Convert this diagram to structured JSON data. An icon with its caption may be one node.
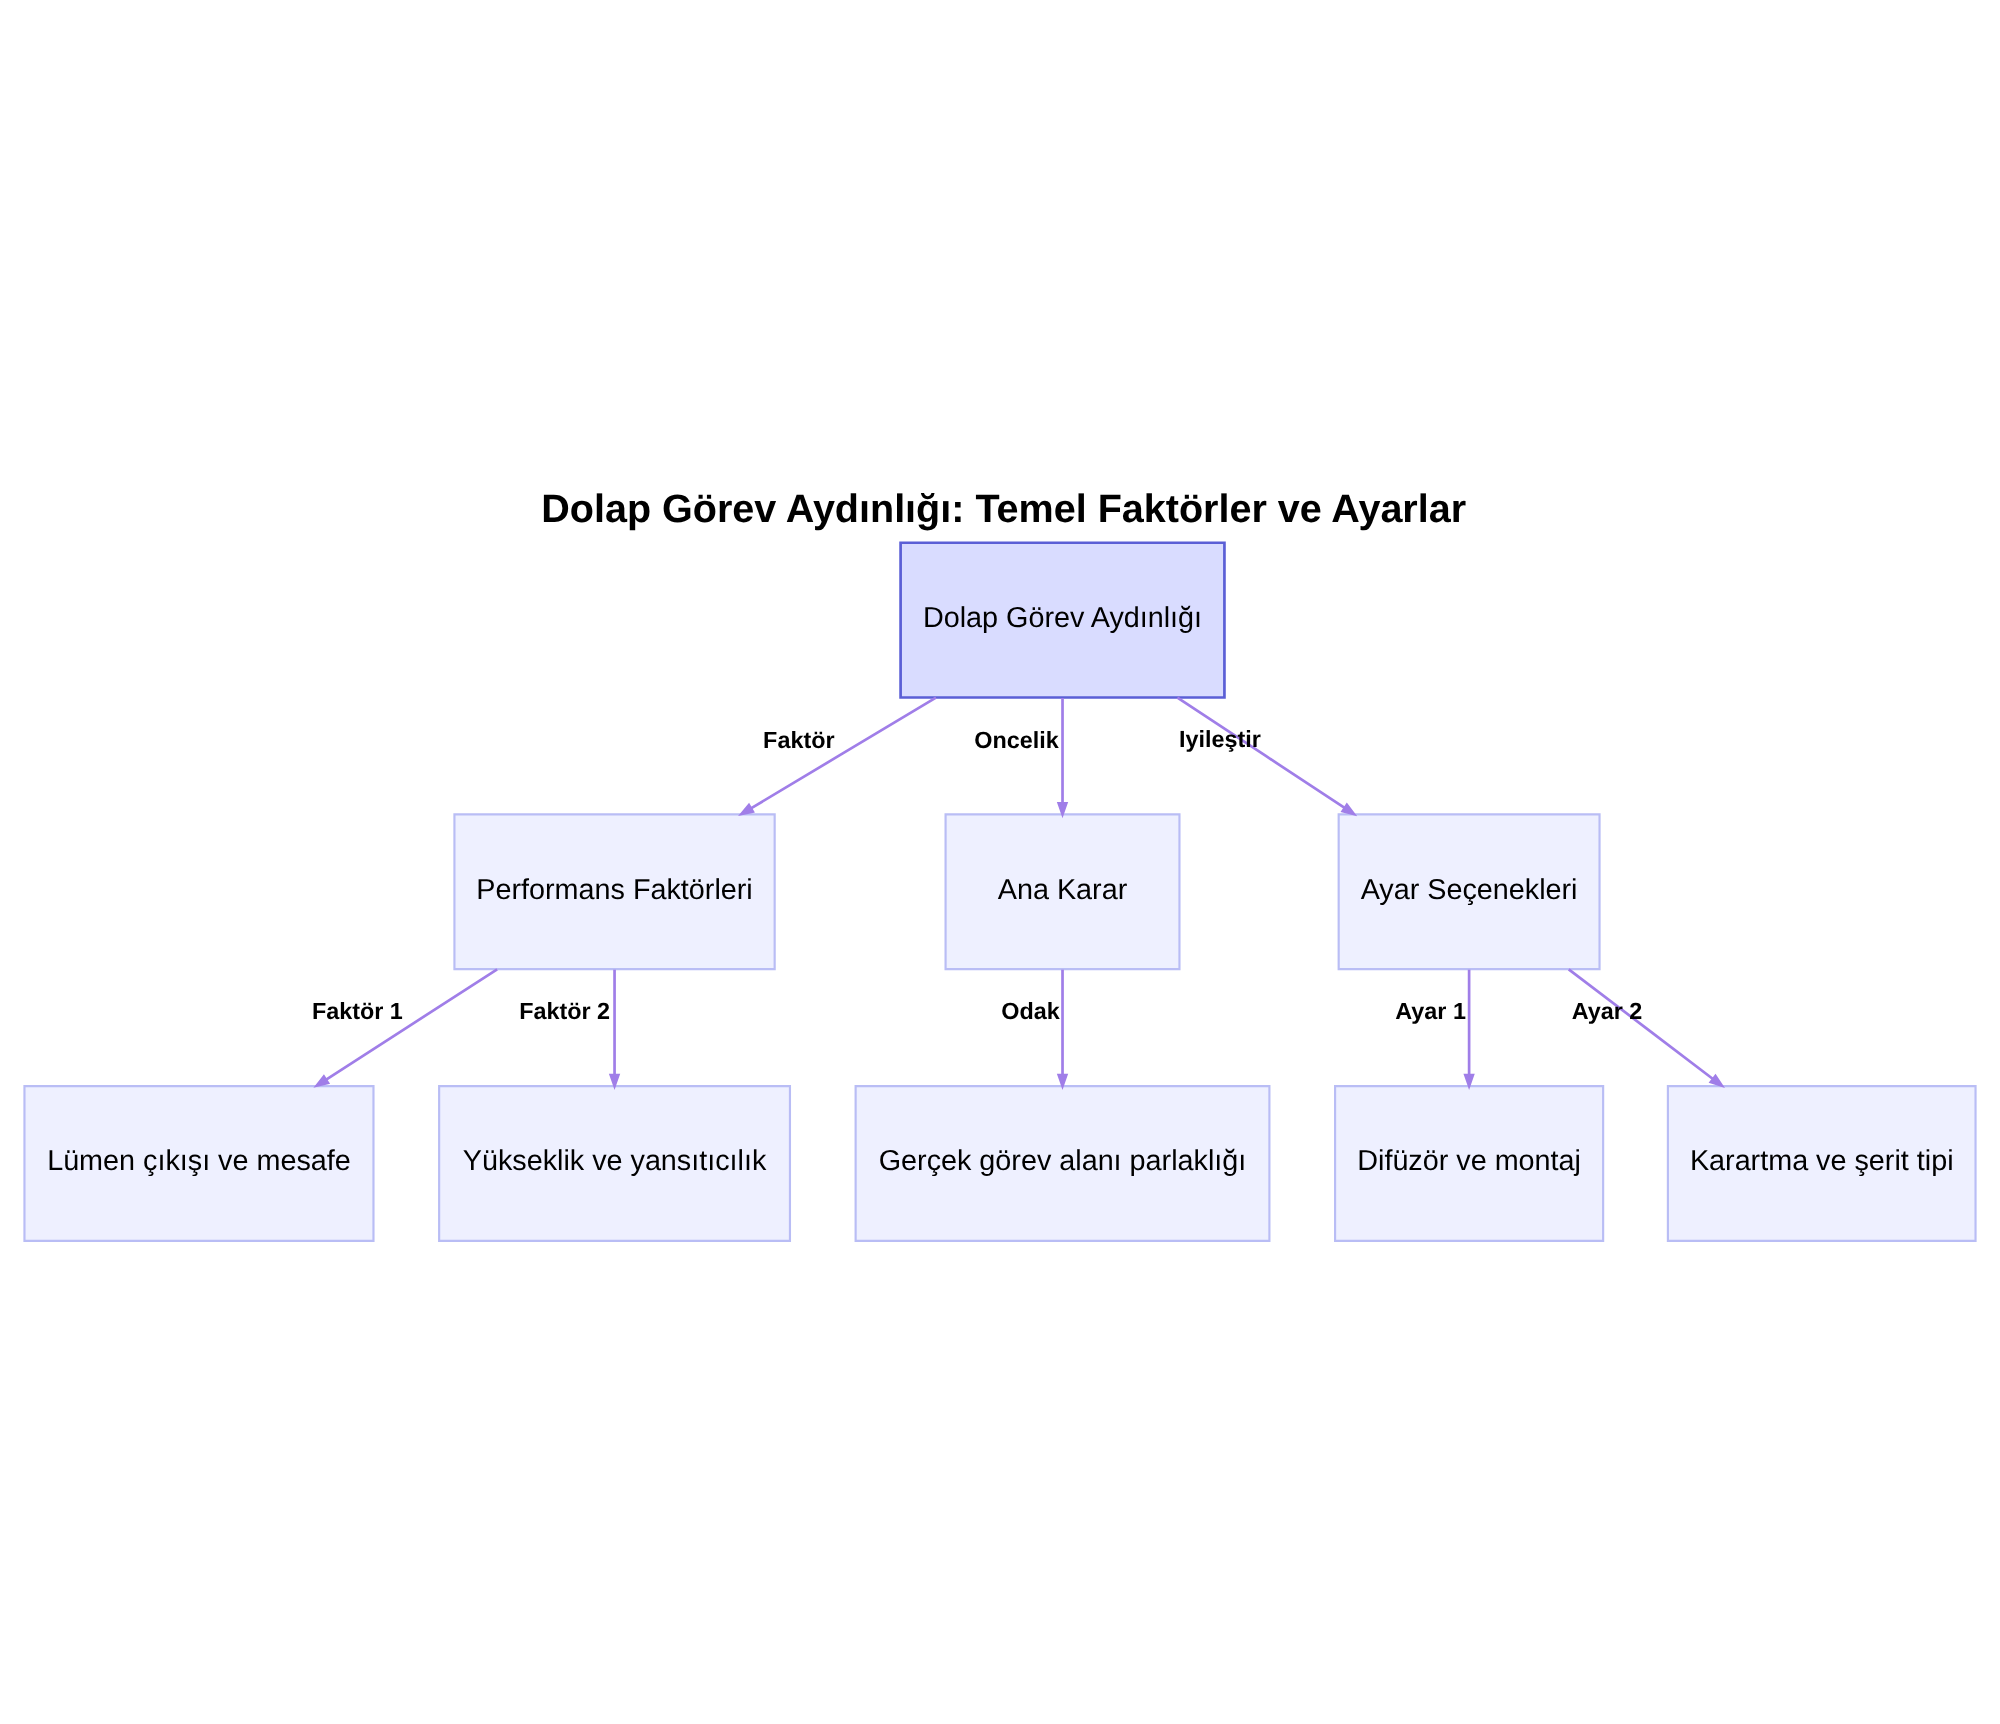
{
  "diagram": {
    "title": "Dolap Görev Aydınlığı: Temel Faktörler ve Ayarlar",
    "nodes": [
      {
        "text": [
          "Dolap Görev Aydınlığı"
        ]
      },
      {
        "text": [
          "Performans Faktörleri"
        ]
      },
      {
        "text": [
          "Ana Karar"
        ]
      },
      {
        "text": [
          "Ayar Seçenekleri"
        ]
      },
      {
        "text": [
          "Lümen çıkışı ve mesafe"
        ]
      },
      {
        "text": [
          "Yükseklik ve yansıtıcılık"
        ]
      },
      {
        "text": [
          "Gerçek görev alanı parlaklığı"
        ]
      },
      {
        "text": [
          "Difüzör ve montaj"
        ]
      },
      {
        "text": [
          "Karartma ve şerit tipi"
        ]
      }
    ],
    "edges": [
      {
        "from": 0,
        "to": 1,
        "arrow": "to",
        "label": "Faktör"
      },
      {
        "from": 0,
        "to": 2,
        "arrow": "to",
        "label": "Oncelik"
      },
      {
        "from": 0,
        "to": 3,
        "arrow": "to",
        "label": "Iyileştir"
      },
      {
        "from": 1,
        "to": 4,
        "arrow": "to",
        "label": "Faktör 1"
      },
      {
        "from": 1,
        "to": 5,
        "arrow": "to",
        "label": "Faktör 2"
      },
      {
        "from": 2,
        "to": 6,
        "arrow": "to",
        "label": "Odak"
      },
      {
        "from": 3,
        "to": 7,
        "arrow": "to",
        "label": "Ayar 1"
      },
      {
        "from": 3,
        "to": 8,
        "arrow": "to",
        "label": "Ayar 2"
      }
    ]
  }
}
